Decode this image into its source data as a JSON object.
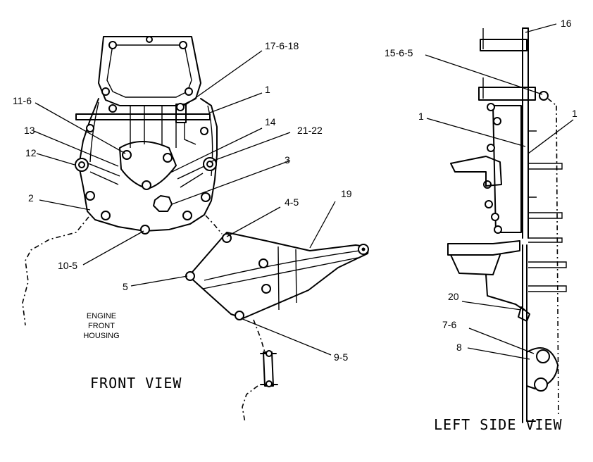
{
  "views": {
    "front": "FRONT VIEW",
    "left_side": "LEFT SIDE VIEW"
  },
  "housing_label": [
    "ENGINE",
    "FRONT",
    "HOUSING"
  ],
  "callouts": {
    "c16": "16",
    "c15_6_5": "15-6-5",
    "c17_6_18": "17-6-18",
    "c1_front": "1",
    "c11_6": "11-6",
    "c13": "13",
    "c12": "12",
    "c14": "14",
    "c21_22": "21-22",
    "c3": "3",
    "c2": "2",
    "c4_5": "4-5",
    "c19": "19",
    "c10_5": "10-5",
    "c5": "5",
    "c9_5": "9-5",
    "c1_side_left": "1",
    "c1_side_right": "1",
    "c20": "20",
    "c7_6": "7-6",
    "c8": "8"
  }
}
